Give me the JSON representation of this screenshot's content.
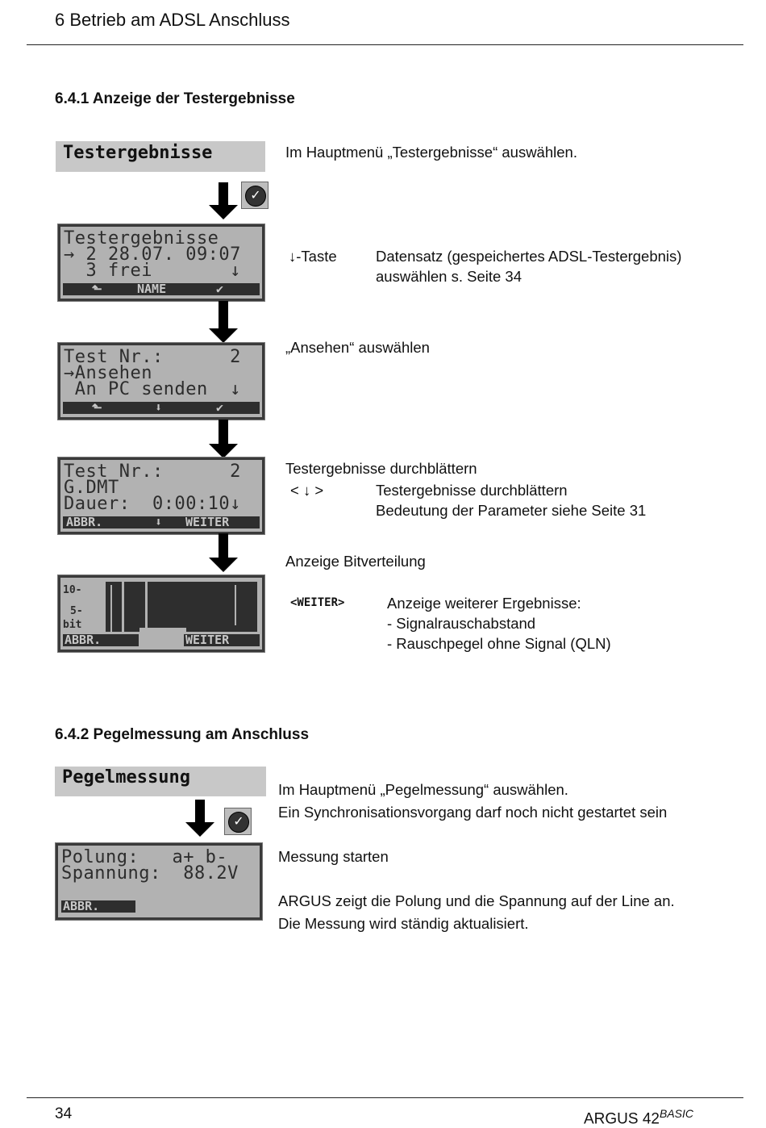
{
  "header": {
    "chapter": "6 Betrieb am ADSL Anschluss"
  },
  "section1": {
    "heading": "6.4.1 Anzeige der Testergebnisse",
    "menu_title": "Testergebnisse",
    "step1_text": "Im Hauptmenü „Testergebnisse“ auswählen.",
    "lcd1": {
      "line1": "Testergebnisse",
      "line2": "→ 2 28.07. 09:07",
      "line3": "  3 frei       ↓",
      "softkeys": [
        "⬑",
        "NAME",
        "✔"
      ]
    },
    "step2_key": "↓-Taste",
    "step2_desc1": "Datensatz (gespeichertes ADSL-Testergebnis)",
    "step2_desc2": "auswählen s. Seite 34",
    "lcd2": {
      "line1": "Test Nr.:      2",
      "line2": "→Ansehen",
      "line3": " An PC senden  ↓",
      "softkeys": [
        "⬑",
        "⬇",
        "✔"
      ]
    },
    "step3_text": "„Ansehen“ auswählen",
    "lcd3": {
      "line1": "Test Nr.:      2",
      "line2": "G.DMT",
      "line3": "Dauer:  0:00:10↓",
      "softkeys": [
        "ABBR.",
        "⬇",
        "WEITER"
      ]
    },
    "step4_text": "Testergebnisse durchblättern",
    "step4_key": "< ↓ >",
    "step4_desc1": "Testergebnisse durchblättern",
    "step4_desc2": "Bedeutung der Parameter siehe Seite 31",
    "lcd4": {
      "y10": "10-",
      "y5": "5-",
      "unit": "bit",
      "softkeys": [
        "ABBR.",
        "WEITER"
      ]
    },
    "step5_text": "Anzeige Bitverteilung",
    "step5_key": "<WEITER>",
    "step5_desc1": "Anzeige weiterer Ergebnisse:",
    "step5_desc2": "- Signalrauschabstand",
    "step5_desc3": "- Rauschpegel ohne Signal (QLN)"
  },
  "section2": {
    "heading": "6.4.2 Pegelmessung am Anschluss",
    "menu_title": "Pegelmessung",
    "text1": "Im Hauptmenü „Pegelmessung“ auswählen.",
    "text2": "Ein Synchronisationsvorgang darf noch nicht gestartet sein",
    "text3": "Messung starten",
    "text4": "ARGUS zeigt die Polung und die Spannung auf der Line an.",
    "text5": "Die Messung wird ständig aktualisiert.",
    "lcd": {
      "line1": "Polung:   a+ b-",
      "line2": "Spannung:  88.2V",
      "softkey": "ABBR."
    }
  },
  "footer": {
    "page_number": "34",
    "product": "ARGUS 42",
    "product_sup": "BASIC"
  }
}
